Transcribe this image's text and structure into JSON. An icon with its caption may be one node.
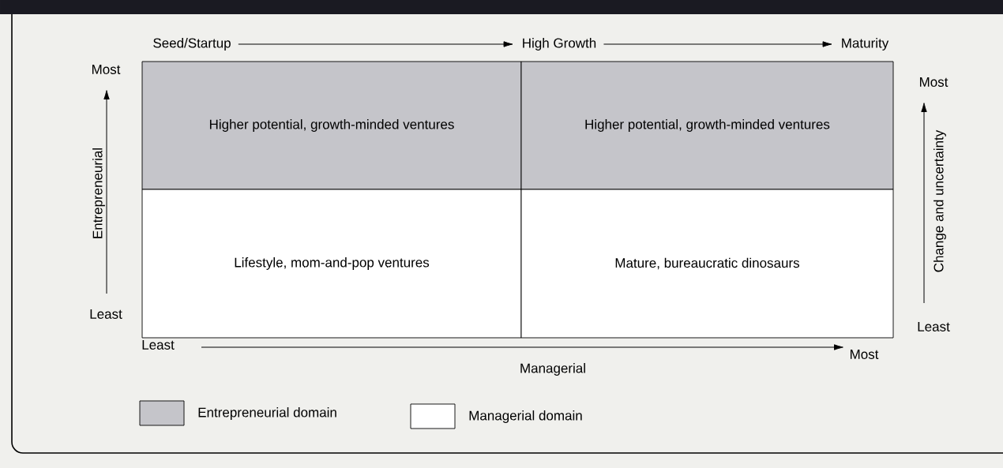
{
  "diagram": {
    "nodes": [
      {
        "text": [
          "Higher potential, growth-minded ventures"
        ]
      },
      {
        "text": [
          "Higher potential, growth-minded ventures"
        ]
      },
      {
        "text": [
          "Lifestyle, mom-and-pop ventures"
        ]
      },
      {
        "text": [
          "Mature, bureaucratic dinosaurs"
        ]
      },
      {
        "text": [
          "Seed/Startup"
        ]
      },
      {
        "text": [
          "High Growth"
        ]
      },
      {
        "text": [
          "Maturity"
        ]
      }
    ],
    "edges": [
      {
        "from": 4,
        "to": 5,
        "arrow": "to"
      },
      {
        "from": 5,
        "to": 6,
        "arrow": "to"
      }
    ],
    "labels": [
      "Most",
      "Entrepreneurial",
      "Least",
      "Most",
      "Change and uncertainty",
      "Least",
      "Least",
      "Most",
      "Managerial"
    ],
    "legend": [
      {
        "text": "Entrepreneurial domain",
        "color": "#c5c5ca"
      },
      {
        "text": "Managerial domain",
        "color": "#ffffff"
      }
    ]
  }
}
